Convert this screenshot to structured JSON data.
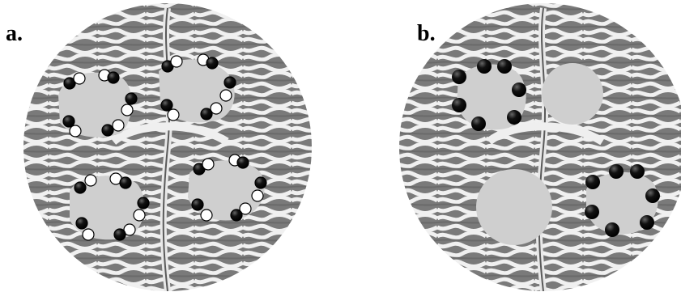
{
  "figure": {
    "panels": [
      {
        "id": "a",
        "label": "a.",
        "description_colors": {
          "disc": "#8a8a8a",
          "patch": "#cfcfcf"
        }
      },
      {
        "id": "b",
        "label": "b.",
        "description_colors": {
          "disc": "#8a8a8a",
          "patch": "#cfcfcf"
        }
      }
    ],
    "colors": {
      "background": "#ffffff",
      "labyrinth_dark": "#6e6e6e",
      "labyrinth_light": "#f2f2f2",
      "patch": "#cfcfcf",
      "ball_black": "#000000",
      "ball_white": "#ffffff"
    }
  }
}
